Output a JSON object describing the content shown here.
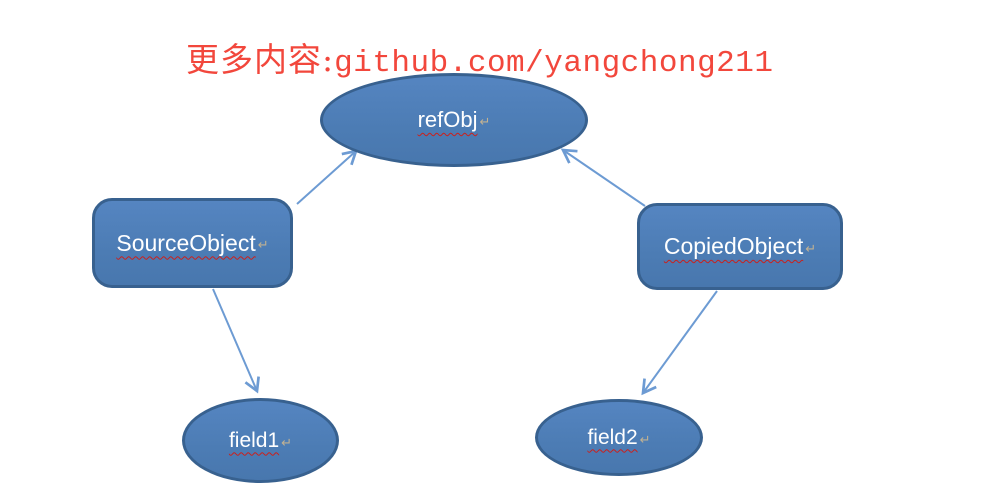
{
  "header": {
    "prefix": "更多内容:",
    "link_text": "github.com/yangchong211",
    "color": "#f2473c"
  },
  "diagram": {
    "nodes": {
      "refObj": {
        "label": "refObj",
        "shape": "ellipse"
      },
      "SourceObject": {
        "label": "SourceObject",
        "shape": "rounded-rect"
      },
      "CopiedObject": {
        "label": "CopiedObject",
        "shape": "rounded-rect"
      },
      "field1": {
        "label": "field1",
        "shape": "ellipse"
      },
      "field2": {
        "label": "field2",
        "shape": "ellipse"
      }
    },
    "edges": [
      {
        "from": "SourceObject",
        "to": "refObj"
      },
      {
        "from": "CopiedObject",
        "to": "refObj"
      },
      {
        "from": "SourceObject",
        "to": "field1"
      },
      {
        "from": "CopiedObject",
        "to": "field2"
      }
    ],
    "colors": {
      "node_fill": "#4f81bd",
      "node_border": "#38618f",
      "arrow": "#6d9bd3",
      "node_text": "#ffffff",
      "spellcheck_underline": "#cc1f1a"
    },
    "return_mark": "↵"
  }
}
